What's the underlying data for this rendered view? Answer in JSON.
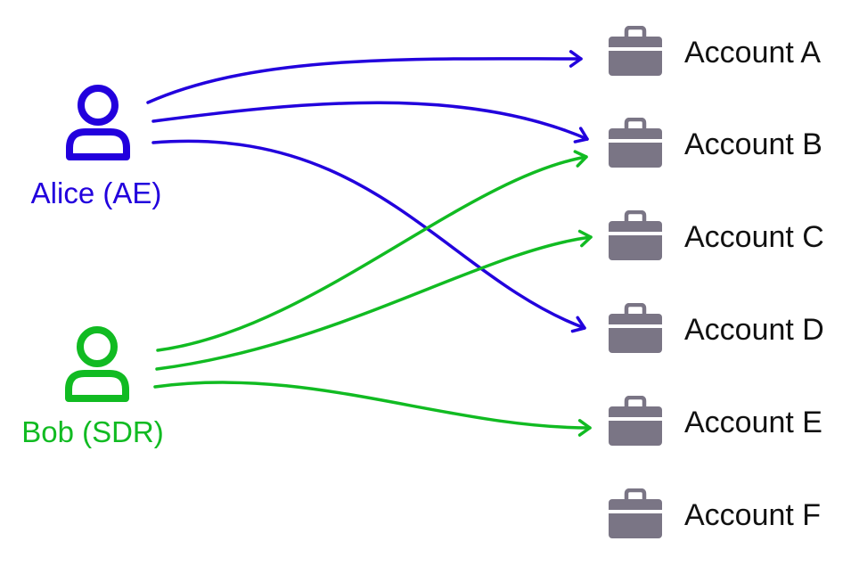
{
  "people": [
    {
      "id": "alice",
      "label": "Alice (AE)",
      "color": "#2200dd",
      "icon": "user-icon"
    },
    {
      "id": "bob",
      "label": "Bob (SDR)",
      "color": "#11bb22",
      "icon": "user-icon"
    }
  ],
  "accounts": [
    {
      "id": "a",
      "label": "Account A",
      "icon": "briefcase-icon"
    },
    {
      "id": "b",
      "label": "Account B",
      "icon": "briefcase-icon"
    },
    {
      "id": "c",
      "label": "Account C",
      "icon": "briefcase-icon"
    },
    {
      "id": "d",
      "label": "Account D",
      "icon": "briefcase-icon"
    },
    {
      "id": "e",
      "label": "Account E",
      "icon": "briefcase-icon"
    },
    {
      "id": "f",
      "label": "Account F",
      "icon": "briefcase-icon"
    }
  ],
  "links": [
    {
      "from": "alice",
      "to": "a"
    },
    {
      "from": "alice",
      "to": "b"
    },
    {
      "from": "alice",
      "to": "d"
    },
    {
      "from": "bob",
      "to": "b"
    },
    {
      "from": "bob",
      "to": "c"
    },
    {
      "from": "bob",
      "to": "e"
    }
  ],
  "colors": {
    "briefcase": "#7a7585",
    "account_text": "#111111"
  }
}
